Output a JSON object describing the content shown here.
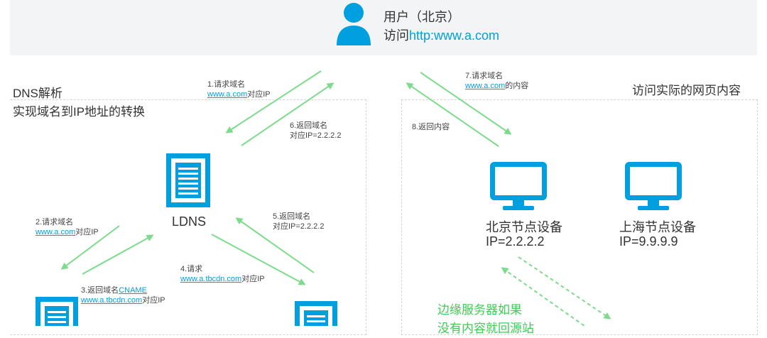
{
  "user": {
    "title": "用户（北京）",
    "visit_prefix": "访问",
    "visit_url": "http:www.a.com"
  },
  "left_panel": {
    "heading1": "DNS解析",
    "heading2": "实现域名到IP地址的转换",
    "ldns_label": "LDNS"
  },
  "right_panel": {
    "heading": "访问实际的网页内容",
    "beijing": {
      "name": "北京节点设备",
      "ip": "IP=2.2.2.2"
    },
    "shanghai": {
      "name": "上海节点设备",
      "ip": "IP=9.9.9.9"
    },
    "edge_note_line1": "边缘服务器如果",
    "edge_note_line2": "没有内容就回源站"
  },
  "steps": {
    "s1_line1": "1.请求域名",
    "s1_link": "www.a.com",
    "s1_suffix": "对应IP",
    "s2_line1": "2.请求域名",
    "s2_link": "www.a.com",
    "s2_suffix": "对应IP",
    "s3_line1_prefix": "3.返回域名",
    "s3_line1_link": "CNAME",
    "s3_link": "www.a.tbcdn.com",
    "s3_suffix": "对应IP",
    "s4_line1": "4.请求",
    "s4_link": "www.a.tbcdn.com",
    "s4_suffix": "对应IP",
    "s5_line1": "5.返回域名",
    "s5_line2": "对应IP=2.2.2.2",
    "s6_line1": "6.返回域名",
    "s6_line2": "对应IP=2.2.2.2",
    "s7_line1": "7.请求域名",
    "s7_link": "www.a.com",
    "s7_suffix": "的内容",
    "s8_line1": "8.返回内容"
  },
  "colors": {
    "accent_blue": "#00a0e0",
    "arrow_green": "#7ddc8c",
    "text_green": "#3dcc55"
  },
  "icons": [
    "user-icon",
    "server-icon",
    "monitor-icon"
  ]
}
